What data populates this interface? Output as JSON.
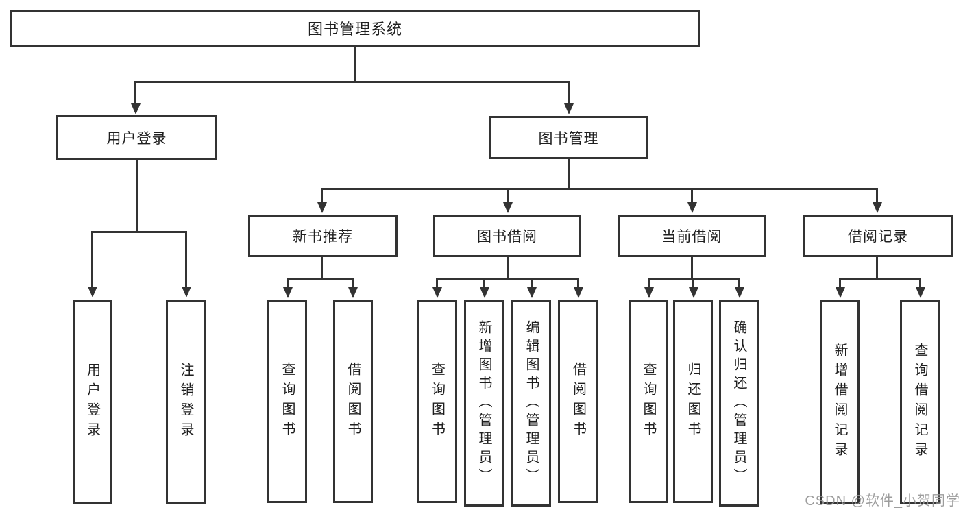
{
  "tree": {
    "root": {
      "label": "图书管理系统",
      "children": [
        {
          "label": "用户登录",
          "children": [
            {
              "label": "用户登录"
            },
            {
              "label": "注销登录"
            }
          ]
        },
        {
          "label": "图书管理",
          "children": [
            {
              "label": "新书推荐",
              "children": [
                {
                  "label": "查询图书"
                },
                {
                  "label": "借阅图书"
                }
              ]
            },
            {
              "label": "图书借阅",
              "children": [
                {
                  "label": "查询图书"
                },
                {
                  "label": "新增图书（管理员）"
                },
                {
                  "label": "编辑图书（管理员）"
                },
                {
                  "label": "借阅图书"
                }
              ]
            },
            {
              "label": "当前借阅",
              "children": [
                {
                  "label": "查询图书"
                },
                {
                  "label": "归还图书"
                },
                {
                  "label": "确认归还（管理员）"
                }
              ]
            },
            {
              "label": "借阅记录",
              "children": [
                {
                  "label": "新增借阅记录"
                },
                {
                  "label": "查询借阅记录"
                }
              ]
            }
          ]
        }
      ]
    }
  },
  "watermark": {
    "text": "CSDN @软件_小贺同学"
  },
  "colors": {
    "line": "#333333",
    "text": "#1f1f1f",
    "background": "#ffffff",
    "watermark": "#989898"
  }
}
